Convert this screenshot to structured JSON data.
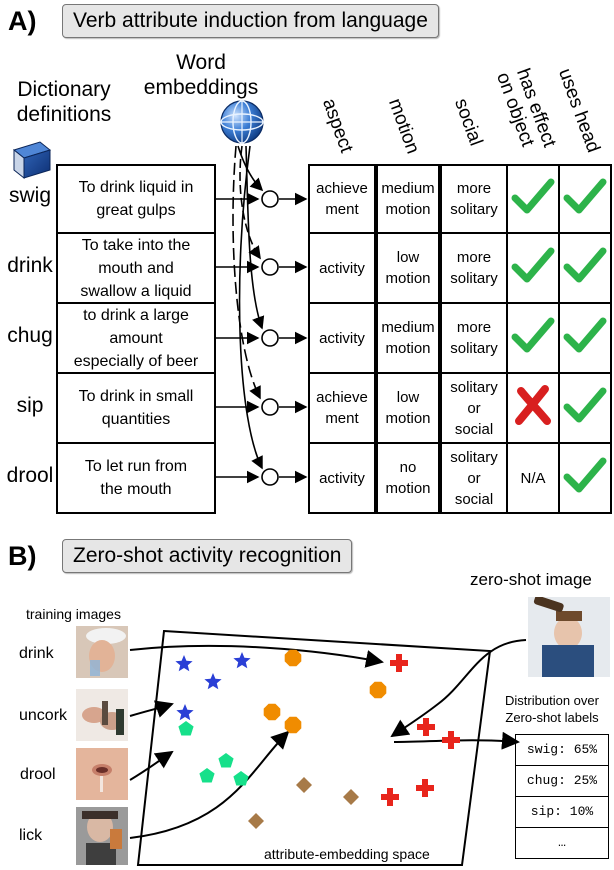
{
  "section_a": {
    "letter": "A)",
    "title": "Verb attribute induction from language",
    "dictionary_label": [
      "Dictionary",
      "definitions"
    ],
    "embedding_label": [
      "Word",
      "embeddings"
    ],
    "column_headers": [
      "aspect",
      "motion",
      "social",
      "has effect on object",
      "uses head"
    ],
    "column_headers_lines": [
      [
        "aspect"
      ],
      [
        "motion"
      ],
      [
        "social"
      ],
      [
        "has effect",
        "on object"
      ],
      [
        "uses head"
      ]
    ],
    "rows": [
      {
        "verb": "swig",
        "definition": [
          "To drink liquid in",
          "great gulps"
        ],
        "aspect": [
          "achieve",
          "ment"
        ],
        "motion": [
          "medium",
          "motion"
        ],
        "social": [
          "more",
          "solitary"
        ],
        "effect": "check",
        "head": "check"
      },
      {
        "verb": "drink",
        "definition": [
          "To take into the",
          "mouth and",
          "swallow a liquid"
        ],
        "aspect": [
          "activity"
        ],
        "motion": [
          "low",
          "motion"
        ],
        "social": [
          "more",
          "solitary"
        ],
        "effect": "check",
        "head": "check"
      },
      {
        "verb": "chug",
        "definition": [
          "to drink a large",
          "amount",
          "especially of beer"
        ],
        "aspect": [
          "activity"
        ],
        "motion": [
          "medium",
          "motion"
        ],
        "social": [
          "more",
          "solitary"
        ],
        "effect": "check",
        "head": "check"
      },
      {
        "verb": "sip",
        "definition": [
          "To drink in small",
          "quantities"
        ],
        "aspect": [
          "achieve",
          "ment"
        ],
        "motion": [
          "low",
          "motion"
        ],
        "social": [
          "solitary",
          "or",
          "social"
        ],
        "effect": "cross",
        "head": "check"
      },
      {
        "verb": "drool",
        "definition": [
          "To let run from",
          "the mouth"
        ],
        "aspect": [
          "activity"
        ],
        "motion": [
          "no",
          "motion"
        ],
        "social": [
          "solitary",
          "or",
          "social"
        ],
        "effect": "N/A",
        "head": "check"
      }
    ]
  },
  "section_b": {
    "letter": "B)",
    "title": "Zero-shot activity recognition",
    "training_label": "training images",
    "training_verbs": [
      "drink",
      "uncork",
      "drool",
      "lick"
    ],
    "zero_shot_label": "zero-shot image",
    "space_label": "attribute-embedding space",
    "distribution_title": [
      "Distribution over",
      "Zero-shot labels"
    ],
    "distribution": [
      "swig: 65%",
      "chug: 25%",
      "sip: 10%",
      "…"
    ]
  },
  "colors": {
    "check": "#2db34a",
    "cross": "#d81f1f",
    "star": "#2a3fd6",
    "circle": "#f08c00",
    "plus": "#e8251c",
    "pentagon": "#16e08a",
    "diamond": "#a77a48",
    "title_bg": "#e6e6e6"
  },
  "icons": {
    "book": "book-icon",
    "globe": "globe-icon",
    "check": "check-icon",
    "cross": "cross-icon"
  }
}
